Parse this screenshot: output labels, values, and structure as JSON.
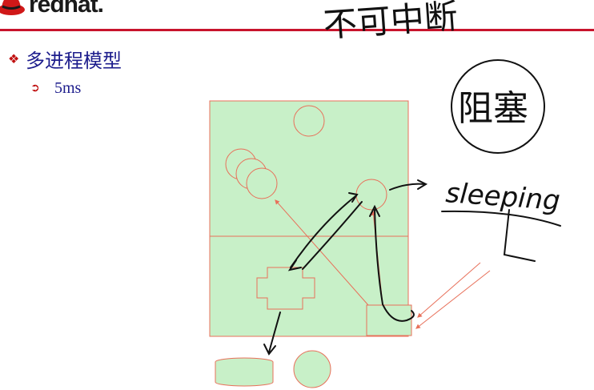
{
  "slide": {
    "logo_text": "redhat.",
    "bullet_level1": "多进程模型",
    "bullet_level2": "5ms",
    "handwritten_sleeping": "sleeping",
    "handwritten_chinese": [
      "不可中断",
      "阻塞"
    ],
    "colors": {
      "title_blue": "#1c1c8c",
      "accent_red": "#c8142c",
      "diagram_fill": "#c8f0c8",
      "diagram_stroke": "#e8705a",
      "ink": "#111111"
    }
  }
}
